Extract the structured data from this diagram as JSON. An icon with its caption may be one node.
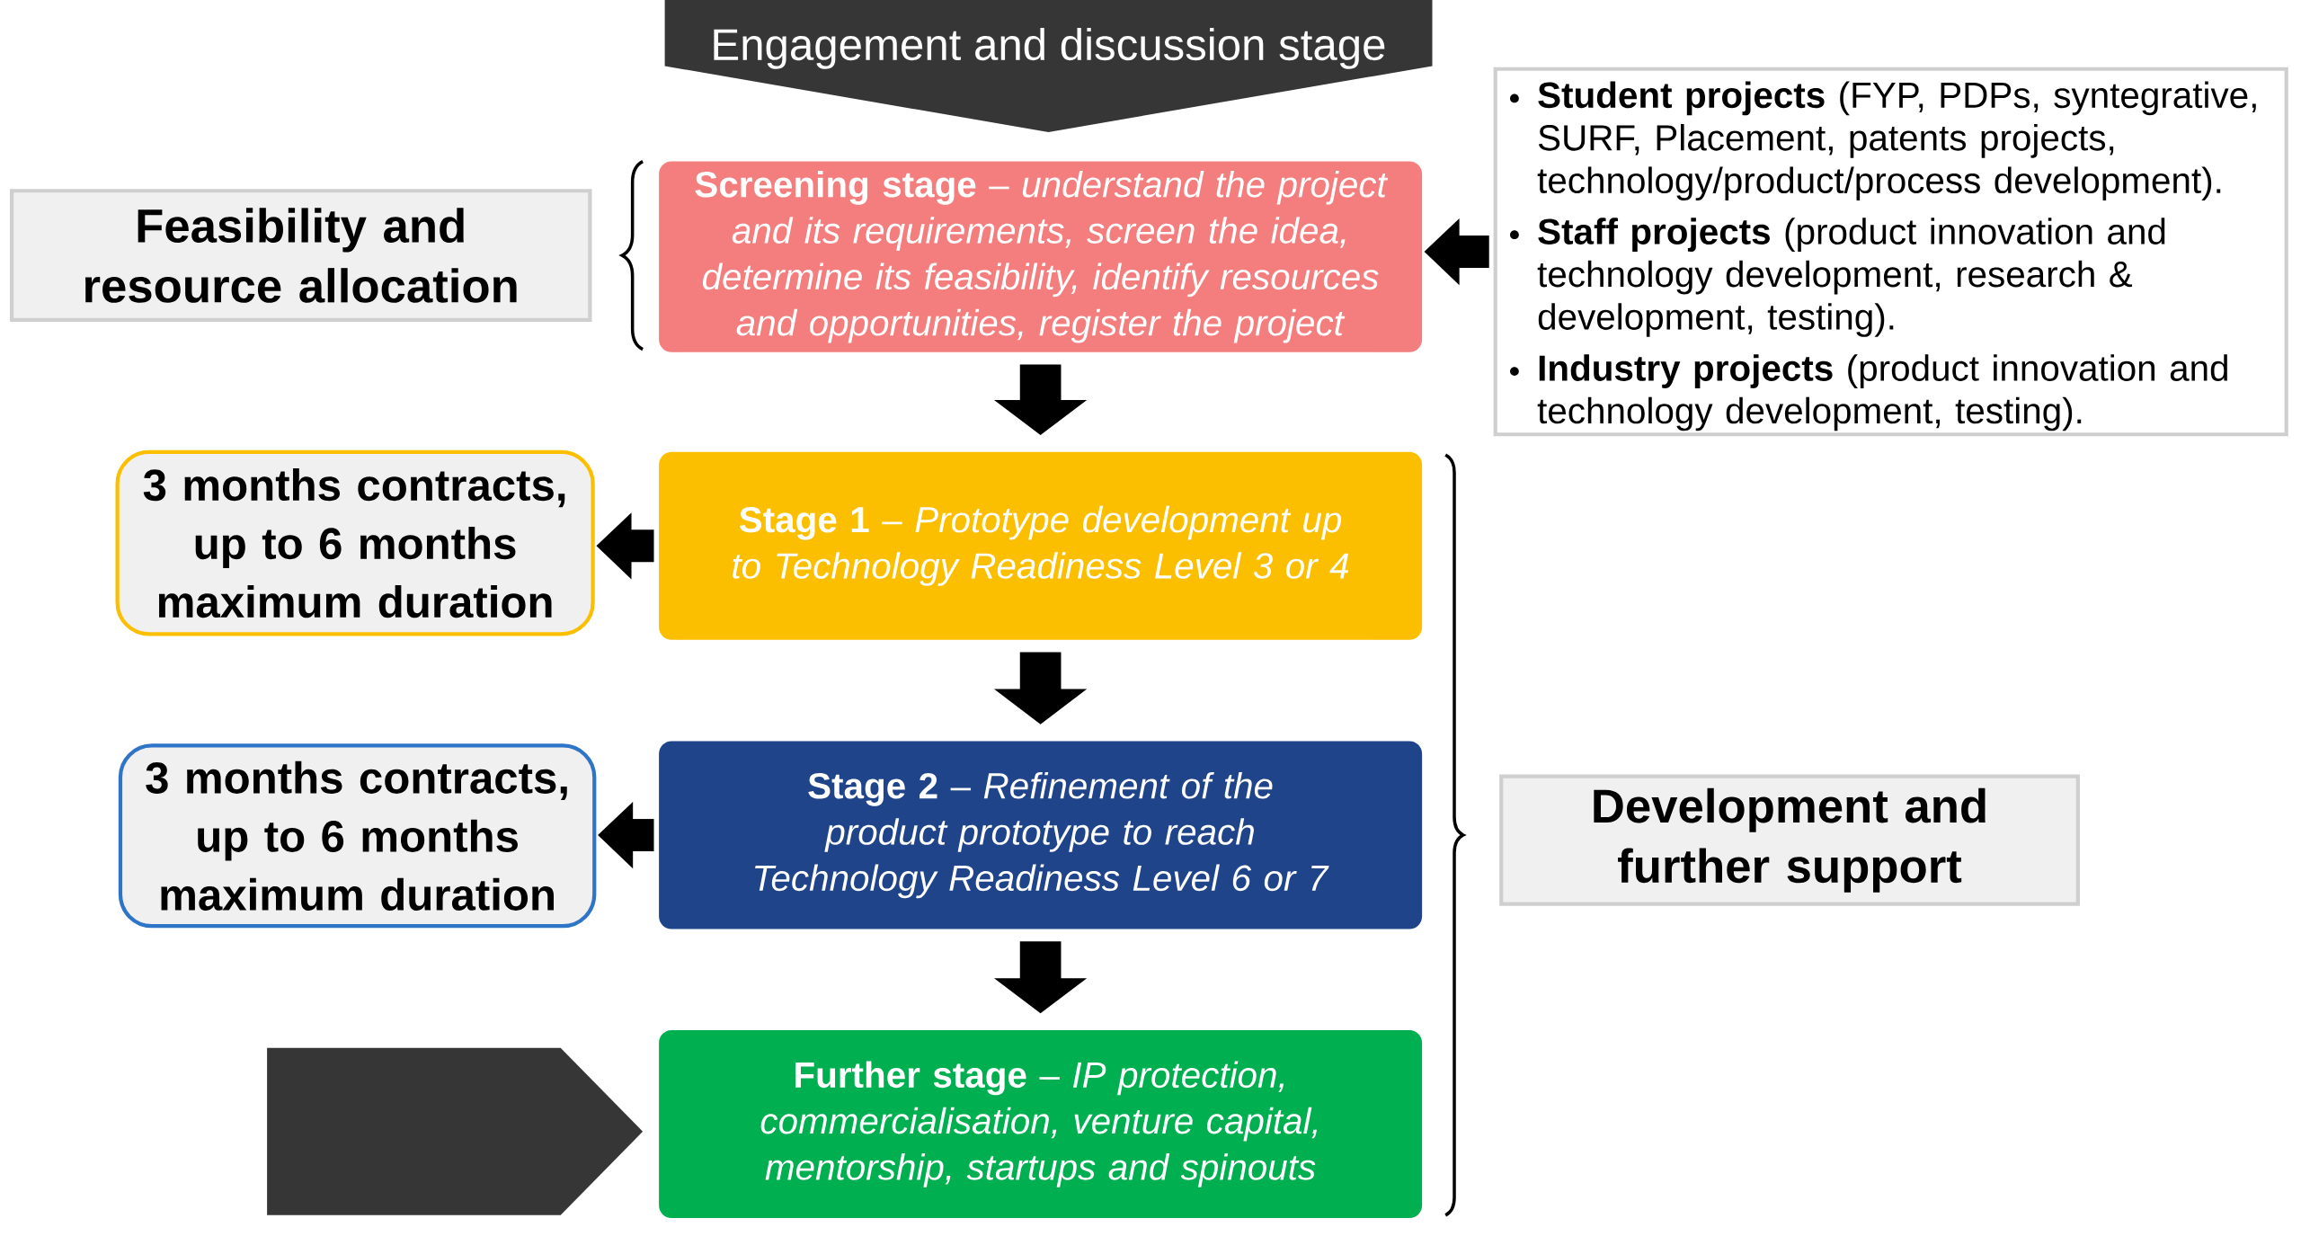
{
  "diagram": {
    "nodes": [
      {
        "text": [
          "Engagement and discussion stage"
        ]
      },
      {
        "text": [
          "Feasibility and resource allocation"
        ]
      },
      {
        "text": [
          "**Screening stage** – *understand the project and its requirements, screen the idea, determine its feasibility, identify resources and opportunities, register the project*"
        ]
      },
      {
        "text": [
          "**Student projects** (FYP, PDPs, syntegrative, SURF, Placement, patents projects, technology/product/process development).",
          "**Staff projects** (product innovation and technology development, research & development, testing).",
          "**Industry projects** (product innovation and technology development, testing)."
        ]
      },
      {
        "text": [
          "3 months contracts, up to 6 months maximum duration"
        ]
      },
      {
        "text": [
          "**Stage 1** – *Prototype development up to Technology Readiness Level 3 or 4*"
        ]
      },
      {
        "text": [
          "Development and further support"
        ]
      },
      {
        "text": [
          "3 months contracts, up to 6 months maximum duration"
        ]
      },
      {
        "text": [
          "**Stage 2** – *Refinement of the product prototype to reach Technology Readiness Level 6 or 7*"
        ]
      },
      {
        "text": [],
        "shape": "pentagon"
      },
      {
        "text": [
          "**Further stage** – *IP protection, commercialisation, venture capital, mentorship, startups and spinouts*"
        ]
      }
    ],
    "edges": [
      {
        "from": 2,
        "to": 5,
        "arrow": "to"
      },
      {
        "from": 5,
        "to": 8,
        "arrow": "to"
      },
      {
        "from": 8,
        "to": 10,
        "arrow": "to"
      },
      {
        "from": 3,
        "to": 2,
        "arrow": "to"
      },
      {
        "from": 5,
        "to": 4,
        "arrow": "to"
      },
      {
        "from": 8,
        "to": 7,
        "arrow": "to"
      }
    ]
  }
}
